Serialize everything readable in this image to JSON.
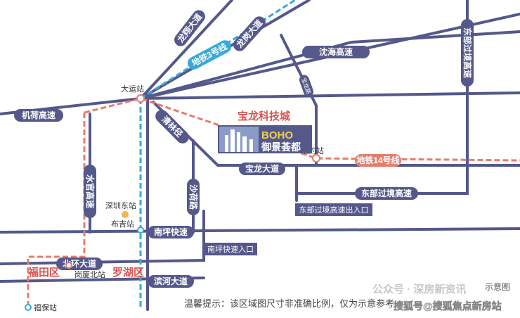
{
  "roads": {
    "longxiang": "龙翔大道",
    "longgang": "龙岗大道",
    "metro3": "地铁3号线",
    "shenhai": "沈海高速",
    "eastern_border": "东部过境高速",
    "eastern_border_low": "东部过境高速",
    "jihe": "机荷高速",
    "shuiguan": "水官高速",
    "qinglin": "清林径",
    "shahe": "沙荷路",
    "baolong": "宝龙大道",
    "metro14": "地铁14号线",
    "nanping": "南坪快速",
    "beihuan": "北环大道",
    "binhe": "滨河大道",
    "hoilong": "宝龙路"
  },
  "stations": {
    "dayun": "大运站",
    "nanyue": "南约站",
    "shenzhen_east": "深圳东站",
    "buji": "布吉站",
    "gangxia_north": "岗厦北站",
    "fubao": "福保站"
  },
  "districts": {
    "futian": "福田区",
    "luohu": "罗湖区"
  },
  "entrances": {
    "eastern_exit": "东部过境高速出入口",
    "nanping_entry": "南坪快速入口"
  },
  "project": {
    "area": "宝龙科技城",
    "logo": "BOHO",
    "name": "御景荟都"
  },
  "notes": {
    "schematic": "示意图",
    "disclaimer": "温馨提示：该区域图尺寸非准确比例，仅为示意参考",
    "watermark": "公众号 · 深房新资讯",
    "watermark2": "搜狐号@搜狐焦点新房站"
  },
  "colors": {
    "road": "#54588a",
    "metro": "#e47d6e",
    "metro3": "#38a8d8",
    "district": "#d9534f"
  }
}
